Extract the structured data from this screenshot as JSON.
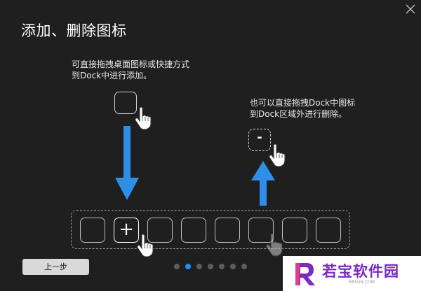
{
  "title": "添加、删除图标",
  "hint_add": [
    "可直接拖拽桌面图标或快捷方式",
    "到Dock中进行添加。"
  ],
  "hint_remove": [
    "也可以直接拖拽Dock中图标",
    "到Dock区域外进行删除。"
  ],
  "remove_symbol": "-",
  "add_symbol": "+",
  "prev_button": "上一步",
  "pager": {
    "total": 7,
    "active_index": 1
  },
  "watermark": {
    "name": "若宝软件园",
    "url": "RBSUN.COM"
  },
  "colors": {
    "accent": "#1e90ff",
    "arrow": "#2f8fe8",
    "background": "#1f1f1f",
    "watermark": "#7b2cbf"
  },
  "icons": {
    "close": "close-icon",
    "hand": "hand-cursor-icon",
    "arrow_down": "arrow-down-icon",
    "arrow_up": "arrow-up-icon"
  }
}
